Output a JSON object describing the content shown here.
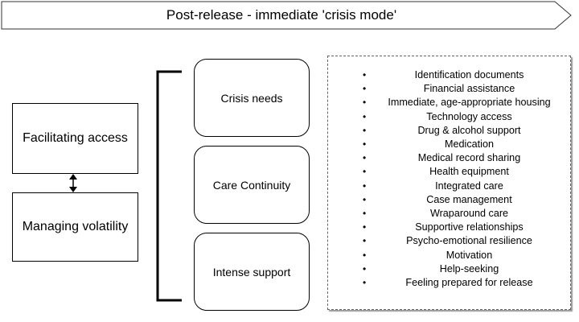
{
  "banner": {
    "title": "Post-release - immediate 'crisis mode'"
  },
  "left_boxes": {
    "top": "Facilitating access",
    "bottom": "Managing volatility"
  },
  "categories": [
    "Crisis needs",
    "Care Continuity",
    "Intense support"
  ],
  "needs_list": [
    "Identification documents",
    "Financial assistance",
    "Immediate, age-appropriate housing",
    "Technology access",
    "Drug & alcohol support",
    "Medication",
    "Medical record sharing",
    "Health equipment",
    "Integrated care",
    "Case management",
    "Wraparound care",
    "Supportive relationships",
    "Psycho-emotional resilience",
    "Motivation",
    "Help-seeking",
    "Feeling prepared for release"
  ]
}
